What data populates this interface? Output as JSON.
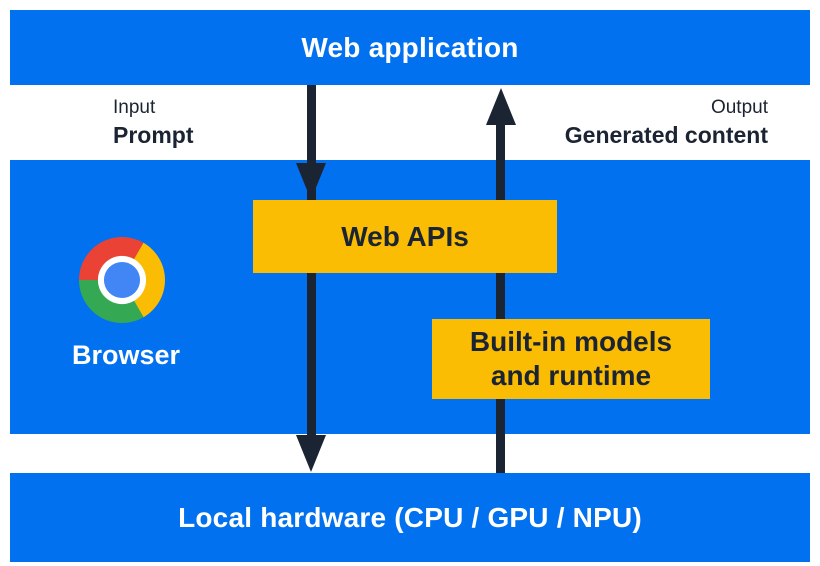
{
  "colors": {
    "blue": "#0271EF",
    "yellow": "#FBBC04",
    "navy": "#1B2433",
    "white": "#FFFFFF",
    "chrome_red": "#EA4335",
    "chrome_yellow": "#FBBC04",
    "chrome_green": "#34A853",
    "chrome_blue": "#4285F4"
  },
  "top_bar": {
    "label": "Web application"
  },
  "io_labels": {
    "input_title": "Input",
    "input_value": "Prompt",
    "output_title": "Output",
    "output_value": "Generated content"
  },
  "browser_panel": {
    "browser_label": "Browser",
    "web_apis_label": "Web APIs",
    "builtin_line1": "Built-in models",
    "builtin_line2": "and runtime"
  },
  "bottom_bar": {
    "label": "Local hardware (CPU / GPU / NPU)"
  },
  "flow": {
    "down_arrow": "prompt flows from web application through Web APIs to local hardware",
    "up_arrow": "generated content flows from local hardware through built-in models and runtime back to web application"
  }
}
